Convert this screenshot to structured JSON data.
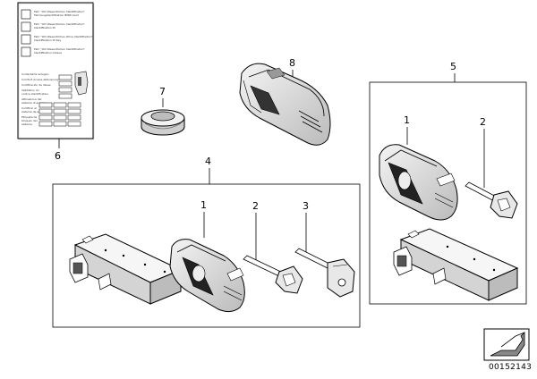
{
  "callouts": {
    "manual_set": "6",
    "battery": "7",
    "key_cover": "8",
    "retrofit_kit": "4",
    "key_set": "5",
    "kit_remote_key": "1",
    "kit_emergency_key": "2",
    "kit_emergency_key_alt": "3",
    "set_remote_key": "1",
    "set_emergency_key": "2"
  },
  "document": {
    "heading_lines": [
      "Fahr \"Ohl Wesentlichen Identifikation\"",
      "Fahrzeugidentifikation BMW Card"
    ],
    "row_1": [
      "Fahr \"Ohl Wesentlichen Identifikation\"",
      "Identifikation ID"
    ],
    "row_2": [
      "Fahr \"Ohl Wesentlichen Ohne Identifikation\"",
      "Identifikation ID Key"
    ],
    "row_3": [
      "Fahr \"Ohl Wesentlichen Identifikation\"",
      "Identifikation Chiave"
    ],
    "lower_lines": [
      "Codierkarte anlegen",
      "Comfort Access Aktivierung",
      "Codificación de llaves",
      "Validation du",
      "codice identificativo",
      "Attivazione del",
      "sistema di accesso",
      "Codificar el",
      "sistema de acceso",
      "Etiqueta de",
      "bloqueo del",
      "sistema"
    ]
  },
  "diagram_id": "00152143"
}
